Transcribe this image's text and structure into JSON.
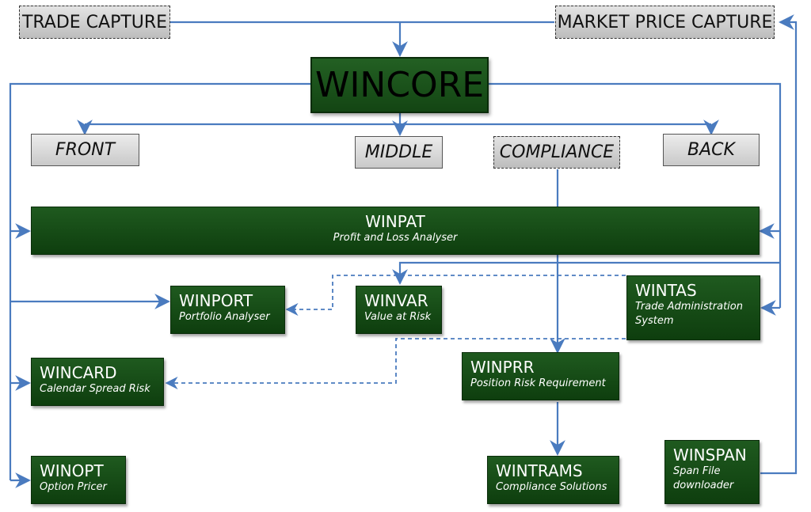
{
  "top": {
    "trade_capture": "TRADE CAPTURE",
    "market_price_capture": "MARKET PRICE CAPTURE",
    "wincore": "WINCORE"
  },
  "office": {
    "front": "FRONT",
    "middle": "MIDDLE",
    "compliance": "COMPLIANCE",
    "back": "BACK"
  },
  "modules": {
    "winpat": {
      "title": "WINPAT",
      "subtitle": "Profit and Loss Analyser"
    },
    "winport": {
      "title": "WINPORT",
      "subtitle": "Portfolio Analyser"
    },
    "winvar": {
      "title": "WINVAR",
      "subtitle": "Value at Risk"
    },
    "wintas": {
      "title": "WINTAS",
      "subtitle_1": "Trade Administration",
      "subtitle_2": "System"
    },
    "wincard": {
      "title": "WINCARD",
      "subtitle": "Calendar Spread Risk"
    },
    "winprr": {
      "title": "WINPRR",
      "subtitle": "Position Risk Requirement"
    },
    "winopt": {
      "title": "WINOPT",
      "subtitle": "Option Pricer"
    },
    "wintrams": {
      "title": "WINTRAMS",
      "subtitle": "Compliance Solutions"
    },
    "winspan": {
      "title": "WINSPAN",
      "subtitle_1": "Span File",
      "subtitle_2": "downloader"
    }
  },
  "colors": {
    "module_green": "#164a16",
    "connector_blue": "#4a7bbf",
    "grey_box": "#d6d6d6"
  }
}
